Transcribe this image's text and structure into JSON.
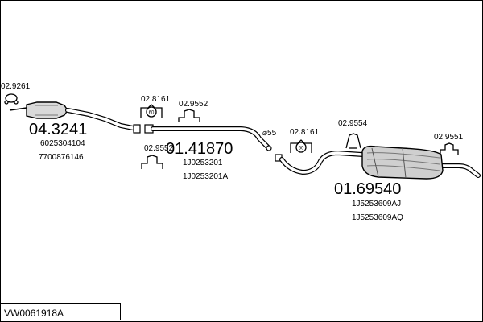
{
  "parts": {
    "front_clamp": "02.9261",
    "front_pipe": "04.3241",
    "front_pipe_oem_1": "6025304104",
    "front_pipe_oem_2": "7700876146",
    "hanger_1": "02.8161",
    "hanger_2": "02.9552",
    "hanger_3": "02.9552",
    "middle_pipe": "01.41870",
    "middle_pipe_oem_1": "1J0253201",
    "middle_pipe_oem_2": "1J0253201A",
    "diameter": "⌀55",
    "hanger_4": "02.8161",
    "hanger_5": "02.9554",
    "hanger_6": "02.9551",
    "rear_silencer": "01.69540",
    "rear_silencer_oem_1": "1J5253609AJ",
    "rear_silencer_oem_2": "1J5253609AQ"
  },
  "footer": {
    "code": "VW0061918A"
  }
}
